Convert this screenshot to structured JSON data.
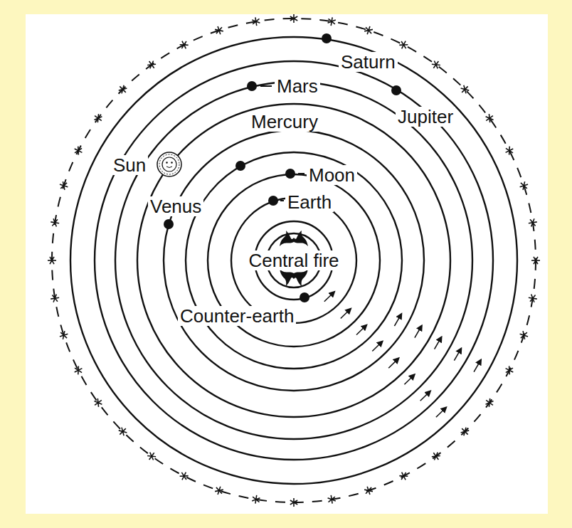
{
  "diagram": {
    "labels": [
      "Saturn",
      "Mars",
      "Jupiter",
      "Mercury",
      "Sun",
      "Moon",
      "Venus",
      "Earth",
      "Central fire",
      "Counter-earth"
    ]
  }
}
